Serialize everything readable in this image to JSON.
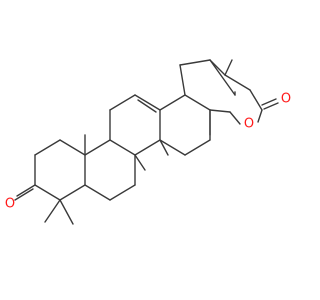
{
  "molecule": {
    "atoms": {
      "ring_oxygen": "O",
      "lactone_carbonyl_oxygen": "O",
      "ketone_oxygen": "O"
    }
  },
  "colors": {
    "bond": "#3a3a3a",
    "heteroatom": "#ff1a1a",
    "background": "#ffffff"
  }
}
